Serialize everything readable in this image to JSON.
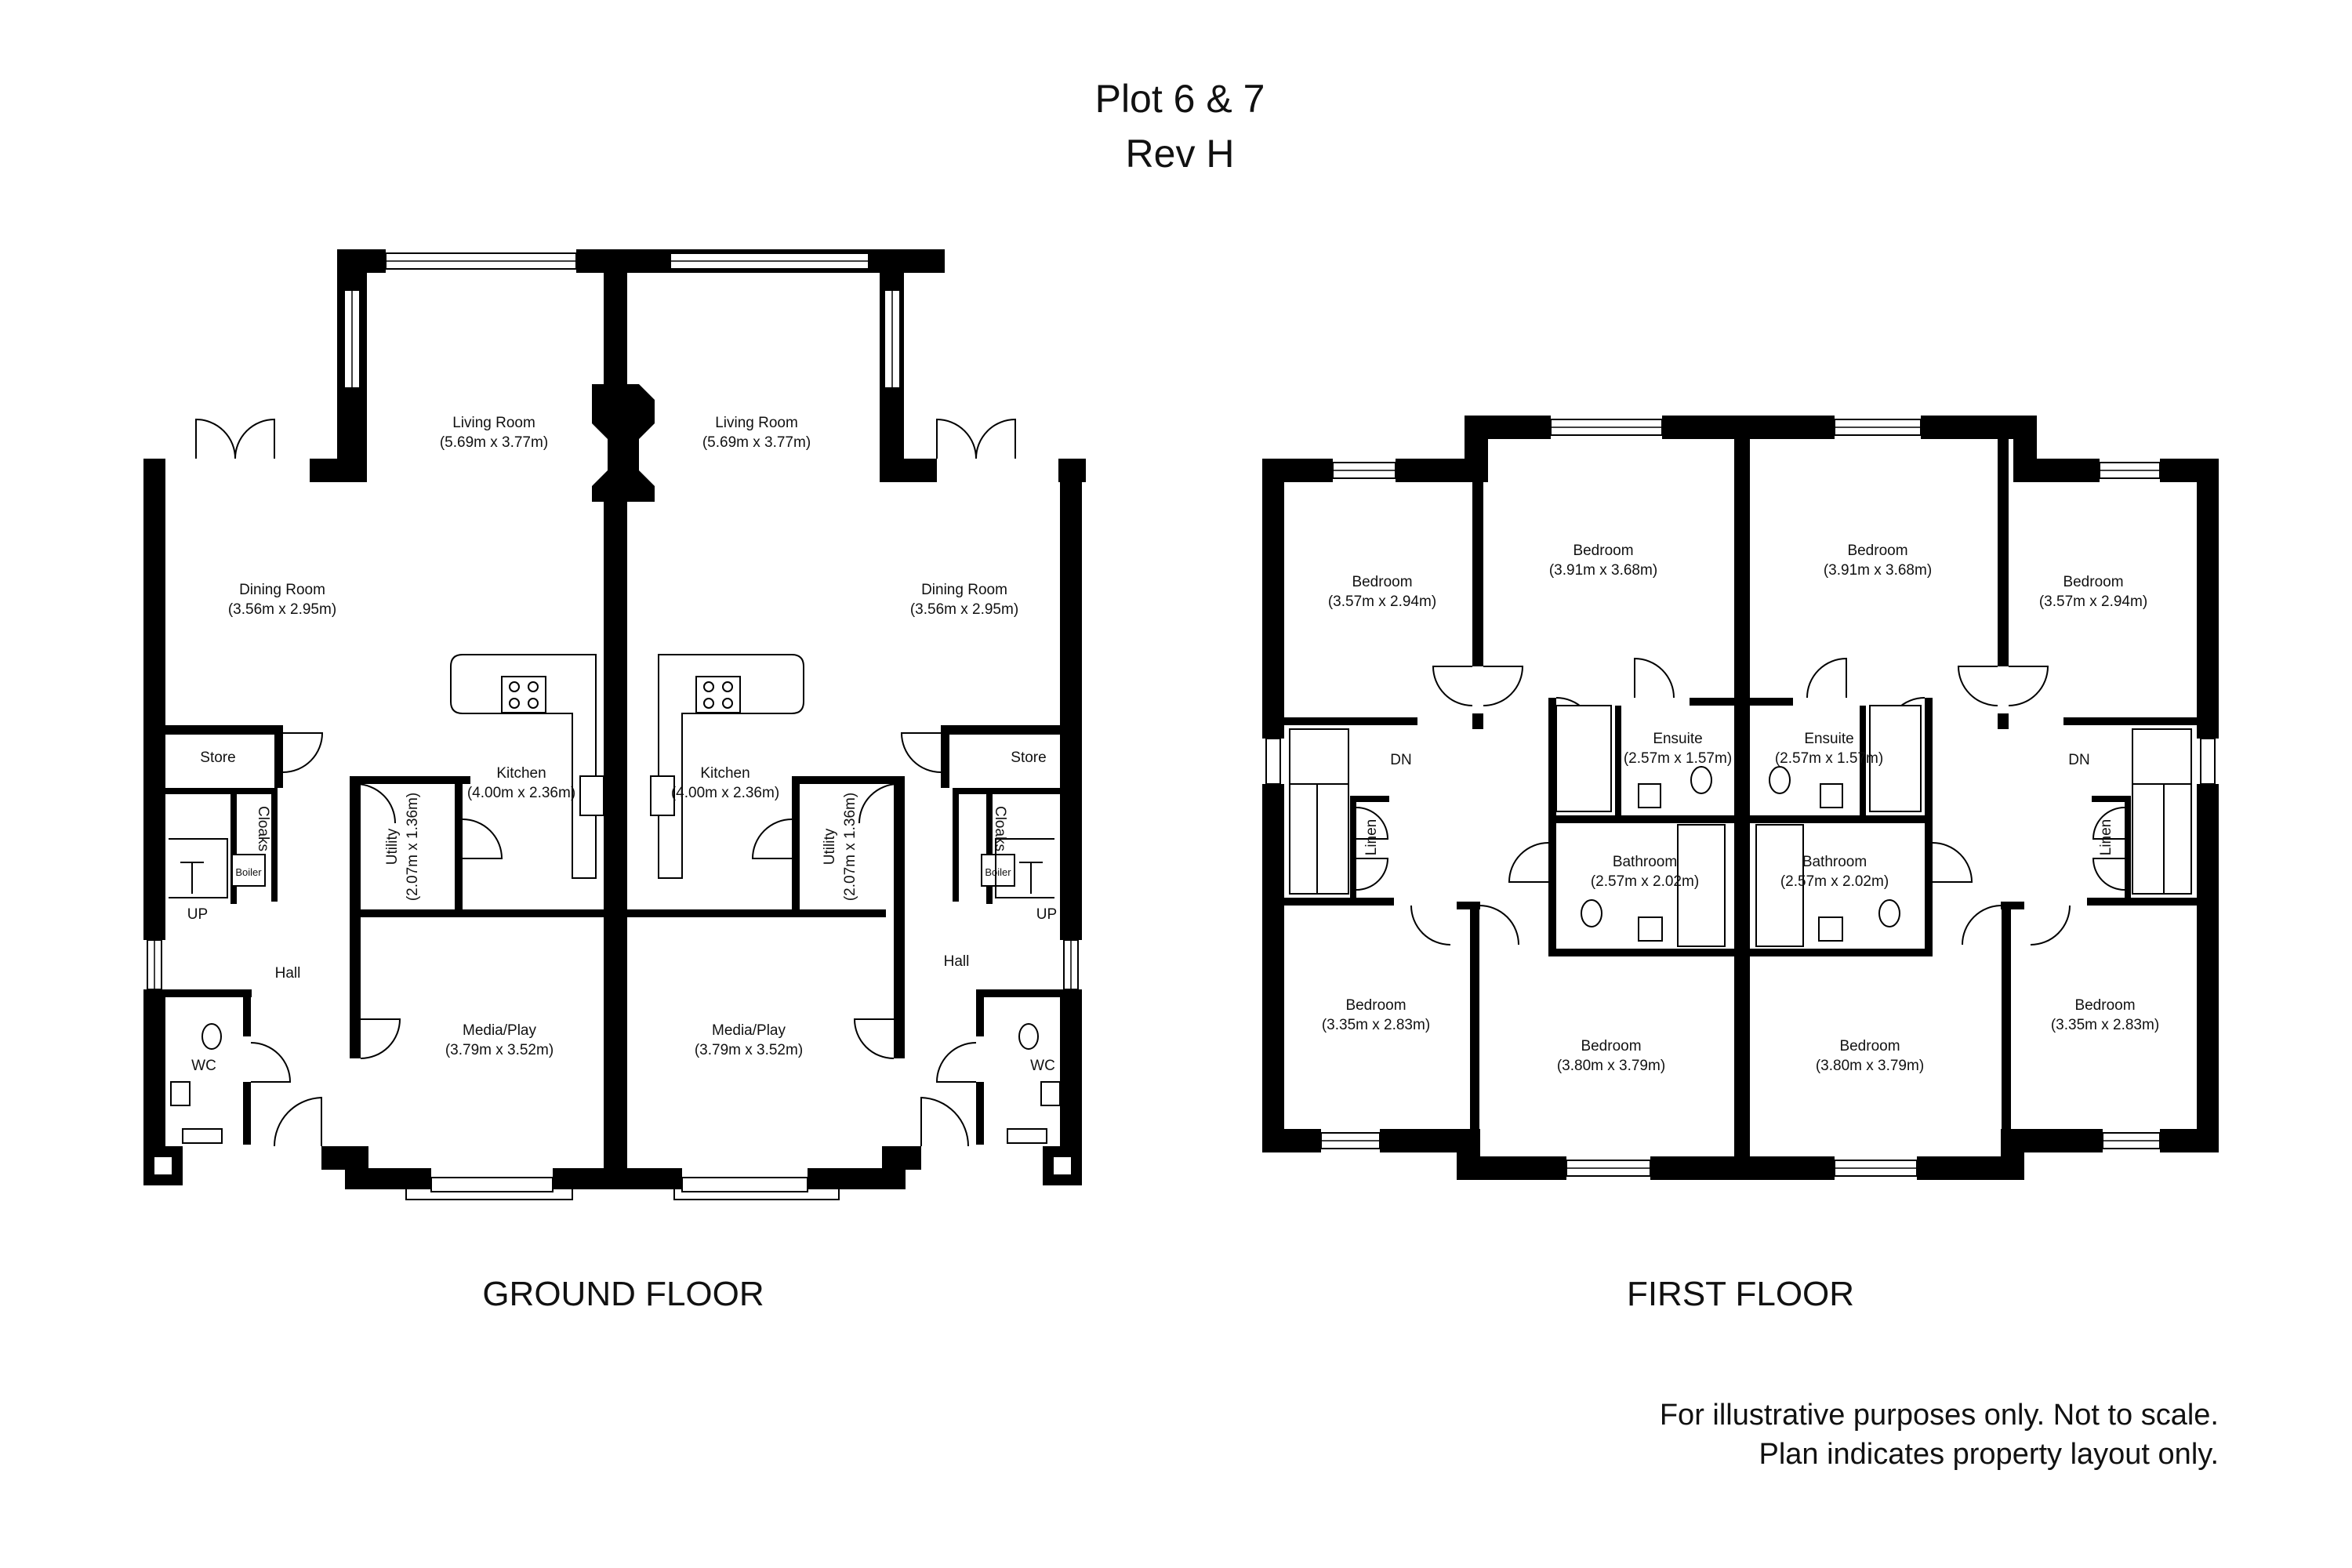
{
  "title": {
    "line1": "Plot 6 & 7",
    "line2": "Rev H"
  },
  "ground_floor": {
    "label": "GROUND FLOOR",
    "rooms": {
      "living_left": {
        "name": "Living Room",
        "dims": "(5.69m x 3.77m)"
      },
      "living_right": {
        "name": "Living Room",
        "dims": "(5.69m x 3.77m)"
      },
      "dining_left": {
        "name": "Dining Room",
        "dims": "(3.56m x 2.95m)"
      },
      "dining_right": {
        "name": "Dining Room",
        "dims": "(3.56m x 2.95m)"
      },
      "kitchen_left": {
        "name": "Kitchen",
        "dims": "(4.00m x 2.36m)"
      },
      "kitchen_right": {
        "name": "Kitchen",
        "dims": "(4.00m x 2.36m)"
      },
      "utility_left": {
        "name": "Utility",
        "dims": "(2.07m x 1.36m)"
      },
      "utility_right": {
        "name": "Utility",
        "dims": "(2.07m x 1.36m)"
      },
      "media_left": {
        "name": "Media/Play",
        "dims": "(3.79m x 3.52m)"
      },
      "media_right": {
        "name": "Media/Play",
        "dims": "(3.79m x 3.52m)"
      },
      "store_left": {
        "name": "Store"
      },
      "store_right": {
        "name": "Store"
      },
      "cloaks_left": {
        "name": "Cloaks"
      },
      "cloaks_right": {
        "name": "Cloaks"
      },
      "boiler_left": {
        "name": "Boiler"
      },
      "boiler_right": {
        "name": "Boiler"
      },
      "hall_left": {
        "name": "Hall"
      },
      "hall_right": {
        "name": "Hall"
      },
      "wc_left": {
        "name": "WC"
      },
      "wc_right": {
        "name": "WC"
      },
      "stairs_left": {
        "name": "UP"
      },
      "stairs_right": {
        "name": "UP"
      }
    }
  },
  "first_floor": {
    "label": "FIRST FLOOR",
    "rooms": {
      "bed_back_outer_left": {
        "name": "Bedroom",
        "dims": "(3.57m x 2.94m)"
      },
      "bed_back_inner_left": {
        "name": "Bedroom",
        "dims": "(3.91m x 3.68m)"
      },
      "bed_back_inner_right": {
        "name": "Bedroom",
        "dims": "(3.91m x 3.68m)"
      },
      "bed_back_outer_right": {
        "name": "Bedroom",
        "dims": "(3.57m x 2.94m)"
      },
      "ensuite_left": {
        "name": "Ensuite",
        "dims": "(2.57m x 1.57m)"
      },
      "ensuite_right": {
        "name": "Ensuite",
        "dims": "(2.57m x 1.57m)"
      },
      "bath_left": {
        "name": "Bathroom",
        "dims": "(2.57m x 2.02m)"
      },
      "bath_right": {
        "name": "Bathroom",
        "dims": "(2.57m x 2.02m)"
      },
      "linen_left": {
        "name": "Linen"
      },
      "linen_right": {
        "name": "Linen"
      },
      "stairs_left": {
        "name": "DN"
      },
      "stairs_right": {
        "name": "DN"
      },
      "bed_front_outer_left": {
        "name": "Bedroom",
        "dims": "(3.35m x 2.83m)"
      },
      "bed_front_inner_left": {
        "name": "Bedroom",
        "dims": "(3.80m x 3.79m)"
      },
      "bed_front_inner_right": {
        "name": "Bedroom",
        "dims": "(3.80m x 3.79m)"
      },
      "bed_front_outer_right": {
        "name": "Bedroom",
        "dims": "(3.35m x 2.83m)"
      }
    }
  },
  "disclaimer": {
    "line1": "For illustrative purposes only. Not to scale.",
    "line2": "Plan indicates property layout only."
  }
}
